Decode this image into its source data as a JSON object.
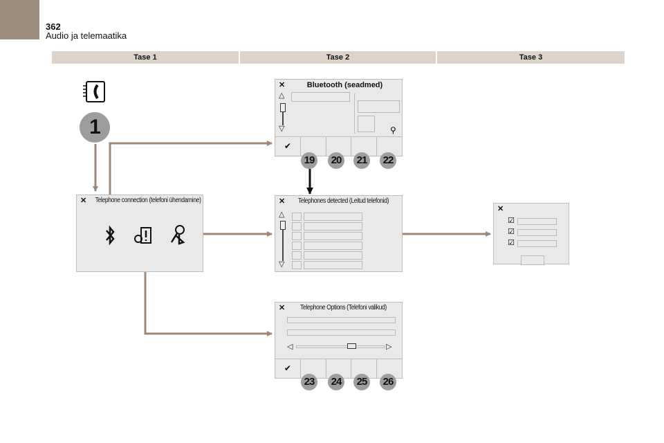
{
  "page": {
    "number": "362",
    "section": "Audio ja telemaatika"
  },
  "levels": [
    "Tase 1",
    "Tase 2",
    "Tase 3"
  ],
  "badges": {
    "start": "1",
    "bluetooth": [
      "19",
      "20",
      "21",
      "22"
    ],
    "options": [
      "23",
      "24",
      "25",
      "26"
    ]
  },
  "panels": {
    "connection": {
      "title": "Telephone connection (telefoni ühendamine)",
      "close": "✕"
    },
    "bluetooth": {
      "title": "Bluetooth (seadmed)",
      "close": "✕",
      "confirm": "✔"
    },
    "detected": {
      "title": "Telephones detected (Leitud telefonid)",
      "close": "✕"
    },
    "options": {
      "title": "Telephone Options (Telefoni valikud)",
      "close": "✕",
      "confirm": "✔"
    },
    "level3": {
      "close": "✕"
    }
  },
  "colors": {
    "arrow": "#9c8878",
    "header": "#dcd4ca",
    "panel": "#e9e9e9"
  }
}
